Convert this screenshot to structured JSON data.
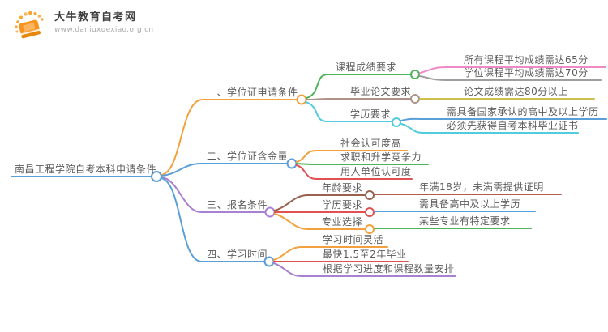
{
  "logo": {
    "title": "大牛教育自考网",
    "url": "www.daniuxuexiao.org.cn",
    "icon_color": "#f7941e"
  },
  "palette": {
    "blue": "#5B9FD8",
    "orange": "#F3A13C",
    "green": "#50B35A",
    "cyan": "#52CBE0",
    "purple": "#A981D1",
    "red": "#E05151",
    "pink": "#F08AC6",
    "gray": "#9E9E9E",
    "taupe": "#AC9287",
    "brown": "#9A614F",
    "brick": "#B25B4F",
    "olive": "#CCBF4D",
    "text": "#5B5B5B"
  },
  "mindmap": {
    "root": {
      "label": "南昌工程学院自考本科申请条件",
      "color": "#5B9FD8"
    },
    "branches": [
      {
        "label": "一、学位证申请条件",
        "color": "#F3A13C",
        "children": [
          {
            "label": "课程成绩要求",
            "color": "#50B35A",
            "children": [
              {
                "label": "所有课程平均成绩需达65分",
                "color": "#F08AC6"
              },
              {
                "label": "学位课程平均成绩需达70分",
                "color": "#9E9E9E"
              }
            ]
          },
          {
            "label": "毕业论文要求",
            "color": "#AC9287",
            "children": [
              {
                "label": "论文成绩需达80分以上",
                "color": "#CCBF4D"
              }
            ]
          },
          {
            "label": "学历要求",
            "color": "#52CBE0",
            "children": [
              {
                "label": "需具备国家承认的高中及以上学历",
                "color": "#5B9FD8"
              },
              {
                "label": "必须先获得自考本科毕业证书",
                "color": "#52CBE0"
              }
            ]
          }
        ]
      },
      {
        "label": "二、学位证含金量",
        "color": "#5B9FD8",
        "children": [
          {
            "label": "社会认可度高",
            "color": "#F3A13C"
          },
          {
            "label": "求职和升学竞争力",
            "color": "#50B35A"
          },
          {
            "label": "用人单位认可度",
            "color": "#E05151"
          }
        ]
      },
      {
        "label": "三、报名条件",
        "color": "#A981D1",
        "children": [
          {
            "label": "年龄要求",
            "color": "#9A614F",
            "children": [
              {
                "label": "年满18岁，未满需提供证明",
                "color": "#B25B4F"
              }
            ]
          },
          {
            "label": "学历要求",
            "color": "#E05151",
            "children": [
              {
                "label": "需具备高中及以上学历",
                "color": "#5B9FD8"
              }
            ]
          },
          {
            "label": "专业选择",
            "color": "#F3A13C",
            "children": [
              {
                "label": "某些专业有特定要求",
                "color": "#50B35A"
              }
            ]
          }
        ]
      },
      {
        "label": "四、学习时间",
        "color": "#5B9FD8",
        "children": [
          {
            "label": "学习时间灵活",
            "color": "#F3A13C"
          },
          {
            "label": "最快1.5至2年毕业",
            "color": "#E05151"
          },
          {
            "label": "根据学习进度和课程数量安排",
            "color": "#A981D1"
          }
        ]
      }
    ]
  }
}
